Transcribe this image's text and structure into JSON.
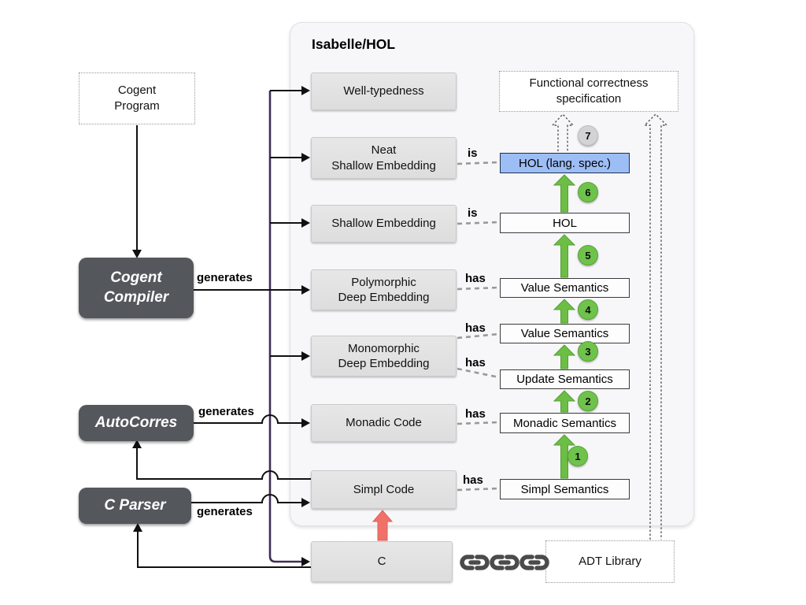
{
  "frame": {
    "title": "Isabelle/HOL"
  },
  "nodes": {
    "cogent_program": "Cogent\nProgram",
    "cogent_compiler": "Cogent\nCompiler",
    "autocorres": "AutoCorres",
    "c_parser": "C Parser",
    "well_typedness": "Well-typedness",
    "neat_shallow": "Neat\nShallow Embedding",
    "shallow": "Shallow Embedding",
    "poly_deep": "Polymorphic\nDeep Embedding",
    "mono_deep": "Monomorphic\nDeep Embedding",
    "monadic_code": "Monadic Code",
    "simpl_code": "Simpl Code",
    "c": "C",
    "func_spec": "Functional correctness\nspecification",
    "hol_lang_spec": "HOL (lang. spec.)",
    "hol": "HOL",
    "value_semantics_poly": "Value Semantics",
    "value_semantics_mono": "Value Semantics",
    "update_semantics": "Update Semantics",
    "monadic_semantics": "Monadic Semantics",
    "simpl_semantics": "Simpl Semantics",
    "adt_library": "ADT Library"
  },
  "edge_labels": {
    "generates_compiler": "generates",
    "generates_autocorres": "generates",
    "generates_c_parser": "generates",
    "is_neat": "is",
    "is_shallow": "is",
    "has_poly": "has",
    "has_mono_value": "has",
    "has_mono_update": "has",
    "has_monadic": "has",
    "has_simpl": "has"
  },
  "steps": {
    "1": "1",
    "2": "2",
    "3": "3",
    "4": "4",
    "5": "5",
    "6": "6",
    "7": "7"
  },
  "colors": {
    "green_arrow": "#6cbe44",
    "green_badge": "#6fc24b",
    "gray_badge": "#d3d3d5",
    "red_arrow": "#f0716a",
    "blue_box_fill": "#9dbdf5",
    "dark_node": "#54585d",
    "trunk_purple": "#3f2e55",
    "frame_bg": "#f7f7f9"
  }
}
